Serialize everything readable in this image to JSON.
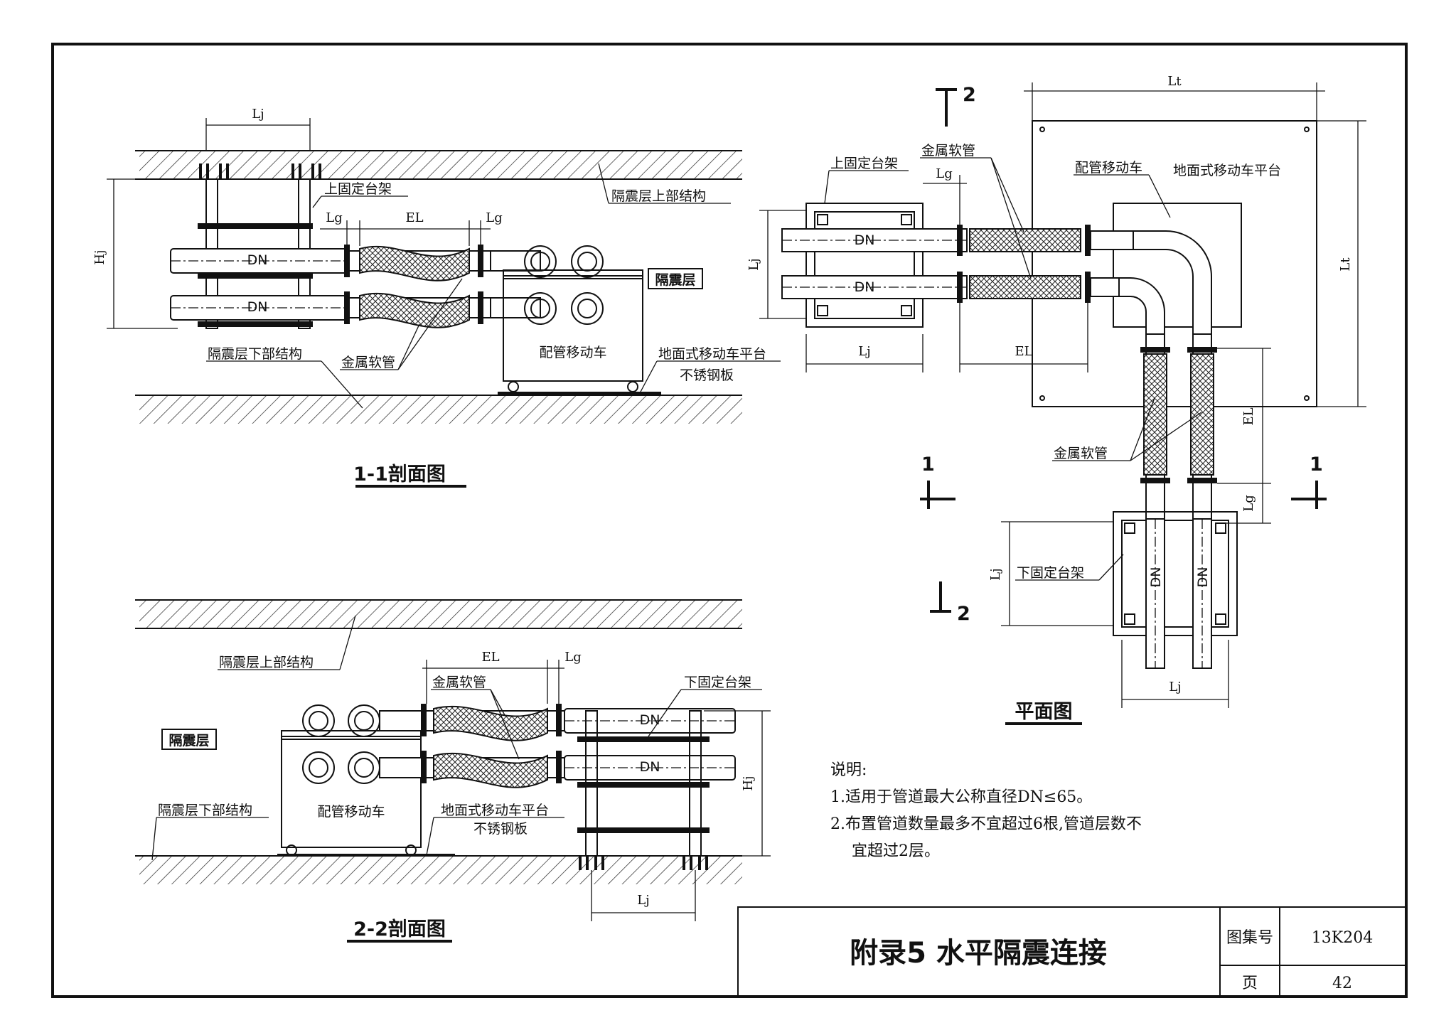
{
  "sheet": {
    "title": "附录5    水平隔震连接",
    "atlas_label": "图集号",
    "atlas_no": "13K204",
    "page_label": "页",
    "page_no": "42"
  },
  "section11": {
    "title": "1-1剖面图",
    "dims": {
      "lj": "Lj",
      "hj": "Hj",
      "lg1": "Lg",
      "el": "EL",
      "lg2": "Lg"
    },
    "labels": {
      "upper_frame": "上固定台架",
      "upper_struct": "隔震层上部结构",
      "iso_layer": "隔震层",
      "lower_struct": "隔震层下部结构",
      "hose": "金属软管",
      "cart": "配管移动车",
      "platform": "地面式移动车平台",
      "plate": "不锈钢板",
      "dn1": "DN",
      "dn2": "DN"
    }
  },
  "section22": {
    "title": "2-2剖面图",
    "dims": {
      "el": "EL",
      "lg": "Lg",
      "hj": "Hj",
      "lj": "Lj"
    },
    "labels": {
      "upper_struct": "隔震层上部结构",
      "iso_layer": "隔震层",
      "lower_struct": "隔震层下部结构",
      "hose": "金属软管",
      "lower_frame": "下固定台架",
      "cart": "配管移动车",
      "platform": "地面式移动车平台",
      "plate": "不锈钢板",
      "dn1": "DN",
      "dn2": "DN"
    }
  },
  "plan": {
    "title": "平面图",
    "cuts": {
      "c2_top": "2",
      "c2_bottom": "2",
      "c1_left": "1",
      "c1_right": "1"
    },
    "dims": {
      "lt_top": "Lt",
      "lt_side": "Lt",
      "lg_top": "Lg",
      "lj_left": "Lj",
      "lj_bottom": "Lj",
      "el_h": "EL",
      "el_v": "EL",
      "lg_v": "Lg",
      "lj_lower": "Lj",
      "lj_lower_bottom": "Lj"
    },
    "labels": {
      "upper_frame": "上固定台架",
      "hose_top": "金属软管",
      "cart": "配管移动车",
      "platform": "地面式移动车平台",
      "hose_mid": "金属软管",
      "lower_frame": "下固定台架",
      "dn_h1": "DN",
      "dn_h2": "DN",
      "dn_v1": "DN",
      "dn_v2": "DN"
    }
  },
  "notes": {
    "heading": "说明:",
    "items": [
      "1.适用于管道最大公称直径DN≤65。",
      "2.布置管道数量最多不宜超过6根,管道层数不",
      "宜超过2层。"
    ]
  }
}
